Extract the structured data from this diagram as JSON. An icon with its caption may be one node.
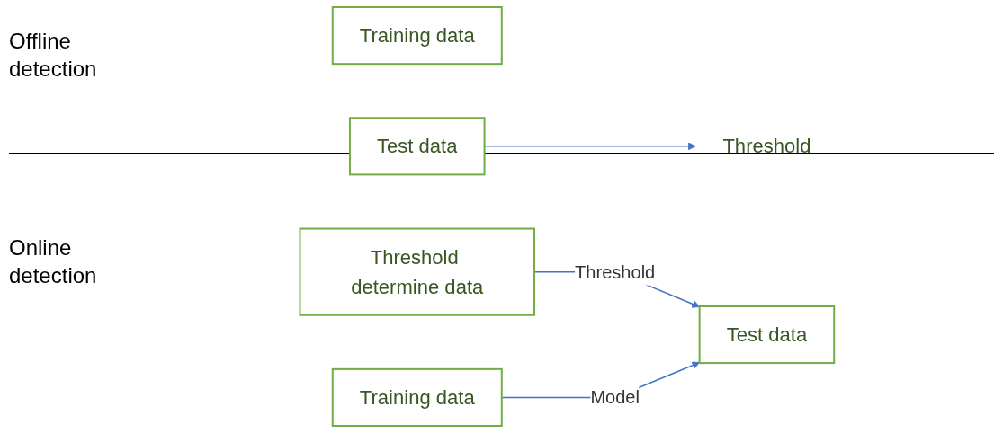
{
  "diagram": {
    "nodes": [
      {
        "text": [
          "Training data"
        ]
      },
      {
        "text": [
          "Test data"
        ]
      },
      {
        "text": [
          "Threshold"
        ]
      },
      {
        "text": [
          "Training data"
        ]
      },
      {
        "text": [
          "Threshold determine data"
        ]
      },
      {
        "text": [
          "Test data"
        ]
      }
    ],
    "edges": [
      {
        "from": 1,
        "to": 2,
        "arrow": "to"
      },
      {
        "from": 4,
        "to": 5,
        "label": "Threshold",
        "arrow": "to"
      },
      {
        "from": 3,
        "to": 5,
        "label": "Model",
        "arrow": "to"
      }
    ],
    "labels": [
      "Offline detection",
      "Online detection"
    ]
  }
}
